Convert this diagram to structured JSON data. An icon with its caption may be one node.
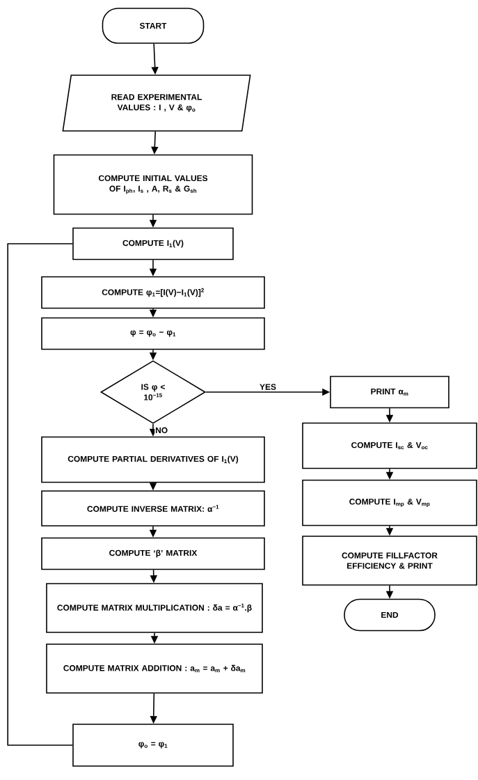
{
  "diagram": {
    "nodes": [
      {
        "text": [
          "START"
        ]
      },
      {
        "text": [
          "READ EXPERIMENTAL VALUES : I , V & φ$_{o}$"
        ]
      },
      {
        "text": [
          "COMPUTE INITIAL VALUES OF I$_{ph}$, I$_{s}$ , A, R$_{s}$ & G$_{sh}$"
        ]
      },
      {
        "text": [
          "COMPUTE I$_{1}$(V)"
        ]
      },
      {
        "text": [
          "COMPUTE φ$_{1}$=[I(V)−I$_{1}$(V)]$^{2}$"
        ]
      },
      {
        "text": [
          "φ = φ$_{o}$ − φ$_{1}$"
        ]
      },
      {
        "text": [
          "IS φ < 10$^{−15}$"
        ]
      },
      {
        "text": [
          "COMPUTE PARTIAL DERIVATIVES OF I$_{1}$(V)"
        ]
      },
      {
        "text": [
          "COMPUTE INVERSE MATRIX: α$^{−1}$"
        ]
      },
      {
        "text": [
          "COMPUTE ‘β’ MATRIX"
        ]
      },
      {
        "text": [
          "COMPUTE MATRIX MULTIPLICATION : δa = α$^{−1}$.β"
        ]
      },
      {
        "text": [
          "COMPUTE MATRIX ADDITION : a$_{m}$ = a$_{m}$ + δa$_{m}$"
        ]
      },
      {
        "text": [
          "φ$_{o}$ = φ$_{1}$"
        ]
      },
      {
        "text": [
          "PRINT α$_{m}$"
        ]
      },
      {
        "text": [
          "COMPUTE I$_{sc}$ & V$_{oc}$"
        ]
      },
      {
        "text": [
          "COMPUTE I$_{mp}$ & V$_{mp}$"
        ]
      },
      {
        "text": [
          "COMPUTE FILLFACTOR EFFICIENCY & PRINT"
        ]
      },
      {
        "text": [
          "END"
        ]
      }
    ],
    "edges": [
      {
        "from": 0,
        "to": 1,
        "arrow": "to"
      },
      {
        "from": 1,
        "to": 2,
        "arrow": "to"
      },
      {
        "from": 2,
        "to": 3,
        "arrow": "to"
      },
      {
        "from": 3,
        "to": 4,
        "arrow": "to"
      },
      {
        "from": 4,
        "to": 5,
        "arrow": "to"
      },
      {
        "from": 5,
        "to": 6,
        "arrow": "to"
      },
      {
        "from": 6,
        "to": 13,
        "arrow": "to",
        "label": "YES"
      },
      {
        "from": 6,
        "to": 7,
        "arrow": "to",
        "label": "NO"
      },
      {
        "from": 7,
        "to": 8,
        "arrow": "to"
      },
      {
        "from": 8,
        "to": 9,
        "arrow": "to"
      },
      {
        "from": 9,
        "to": 10,
        "arrow": "to"
      },
      {
        "from": 10,
        "to": 11,
        "arrow": "to"
      },
      {
        "from": 11,
        "to": 12,
        "arrow": "to"
      },
      {
        "from": 12,
        "to": 3,
        "arrow": "none"
      },
      {
        "from": 13,
        "to": 14,
        "arrow": "to"
      },
      {
        "from": 14,
        "to": 15,
        "arrow": "to"
      },
      {
        "from": 15,
        "to": 16,
        "arrow": "to"
      },
      {
        "from": 16,
        "to": 17,
        "arrow": "to"
      }
    ]
  }
}
